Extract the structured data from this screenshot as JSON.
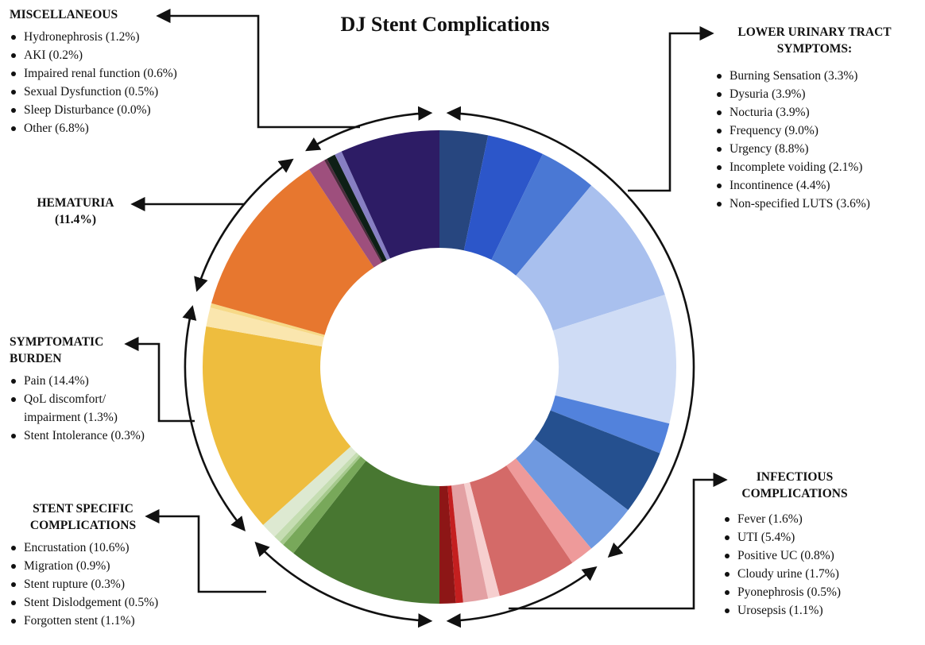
{
  "chart_data": {
    "type": "donut",
    "title": "DJ Stent Complications",
    "groups": [
      {
        "name": "LOWER URINARY TRACT SYMPTOMS:",
        "items": [
          {
            "label": "Burning Sensation",
            "value": 3.3,
            "color": "#27467f"
          },
          {
            "label": "Dysuria",
            "value": 3.9,
            "color": "#2c56c9"
          },
          {
            "label": "Nocturia",
            "value": 3.9,
            "color": "#4a78d4"
          },
          {
            "label": "Frequency",
            "value": 9.0,
            "color": "#a9c0ee"
          },
          {
            "label": "Urgency",
            "value": 8.8,
            "color": "#cfdcf5"
          },
          {
            "label": "Incomplete voiding",
            "value": 2.1,
            "color": "#5282dc"
          },
          {
            "label": "Incontinence",
            "value": 4.4,
            "color": "#25508f"
          },
          {
            "label": "Non-specified LUTS",
            "value": 3.6,
            "color": "#6f99e0"
          }
        ]
      },
      {
        "name": "INFECTIOUS COMPLICATIONS",
        "items": [
          {
            "label": "Fever",
            "value": 1.6,
            "color": "#ee9a9a"
          },
          {
            "label": "UTI",
            "value": 5.4,
            "color": "#d46a68"
          },
          {
            "label": "Positive UC",
            "value": 0.8,
            "color": "#f6cfcf"
          },
          {
            "label": "Cloudy urine",
            "value": 1.7,
            "color": "#e3a0a3"
          },
          {
            "label": "Pyonephrosis",
            "value": 0.5,
            "color": "#c41f1f"
          },
          {
            "label": "Urosepsis",
            "value": 1.1,
            "color": "#8d1616"
          }
        ]
      },
      {
        "name": "STENT SPECIFIC COMPLICATIONS",
        "items": [
          {
            "label": "Encrustation",
            "value": 10.6,
            "color": "#487731"
          },
          {
            "label": "Migration",
            "value": 0.9,
            "color": "#78a85a"
          },
          {
            "label": "Stent rupture",
            "value": 0.3,
            "color": "#a5c98c"
          },
          {
            "label": "Stent Dislodgement",
            "value": 0.5,
            "color": "#c5ddb2"
          },
          {
            "label": "Forgotten stent",
            "value": 1.1,
            "color": "#dde9d1"
          }
        ]
      },
      {
        "name": "SYMPTOMATIC BURDEN",
        "items": [
          {
            "label": "Pain",
            "value": 14.4,
            "color": "#eebd3e"
          },
          {
            "label": "QoL discomfort/ impairment",
            "value": 1.3,
            "color": "#fae6ae"
          },
          {
            "label": "Stent Intolerance",
            "value": 0.3,
            "color": "#f7d987"
          }
        ]
      },
      {
        "name": "HEMATURIA",
        "items": [
          {
            "label": "Hematuria",
            "value": 11.4,
            "color": "#e7772f"
          }
        ]
      },
      {
        "name": "MISCELLANEOUS",
        "items": [
          {
            "label": "Hydronephrosis",
            "value": 1.2,
            "color": "#9e4f7d"
          },
          {
            "label": "AKI",
            "value": 0.2,
            "color": "#4d2a3d"
          },
          {
            "label": "Impaired renal function",
            "value": 0.6,
            "color": "#0e1f16"
          },
          {
            "label": "Sexual Dysfunction",
            "value": 0.5,
            "color": "#877fc3"
          },
          {
            "label": "Sleep Disturbance",
            "value": 0.0,
            "color": "#b7aee0"
          },
          {
            "label": "Other",
            "value": 6.8,
            "color": "#2d1c65"
          }
        ]
      }
    ]
  },
  "labels": {
    "luts": {
      "heading": "LOWER URINARY TRACT SYMPTOMS:",
      "items": [
        "Burning Sensation (3.3%)",
        "Dysuria (3.9%)",
        "Nocturia (3.9%)",
        "Frequency (9.0%)",
        "Urgency (8.8%)",
        "Incomplete voiding (2.1%)",
        "Incontinence  (4.4%)",
        "Non-specified LUTS (3.6%)"
      ]
    },
    "infectious": {
      "heading": "INFECTIOUS COMPLICATIONS",
      "items": [
        "Fever (1.6%)",
        "UTI (5.4%)",
        "Positive UC (0.8%)",
        "Cloudy urine (1.7%)",
        "Pyonephrosis (0.5%)",
        "Urosepsis  (1.1%)"
      ]
    },
    "stent": {
      "heading": "STENT SPECIFIC COMPLICATIONS",
      "items": [
        "Encrustation (10.6%)",
        "Migration (0.9%)",
        "Stent rupture  (0.3%)",
        "Stent Dislodgement (0.5%)",
        "Forgotten stent  (1.1%)"
      ]
    },
    "symptomatic": {
      "heading": "SYMPTOMATIC BURDEN",
      "items": [
        "Pain (14.4%)",
        "QoL discomfort/ impairment (1.3%)",
        "Stent Intolerance (0.3%)"
      ]
    },
    "hematuria": {
      "heading": "HEMATURIA",
      "value": "(11.4%)"
    },
    "misc": {
      "heading": "MISCELLANEOUS",
      "items": [
        "Hydronephrosis (1.2%)",
        "AKI (0.2%)",
        "Impaired renal function (0.6%)",
        "Sexual Dysfunction (0.5%)",
        "Sleep Disturbance (0.0%)",
        "Other (6.8%)"
      ]
    }
  }
}
